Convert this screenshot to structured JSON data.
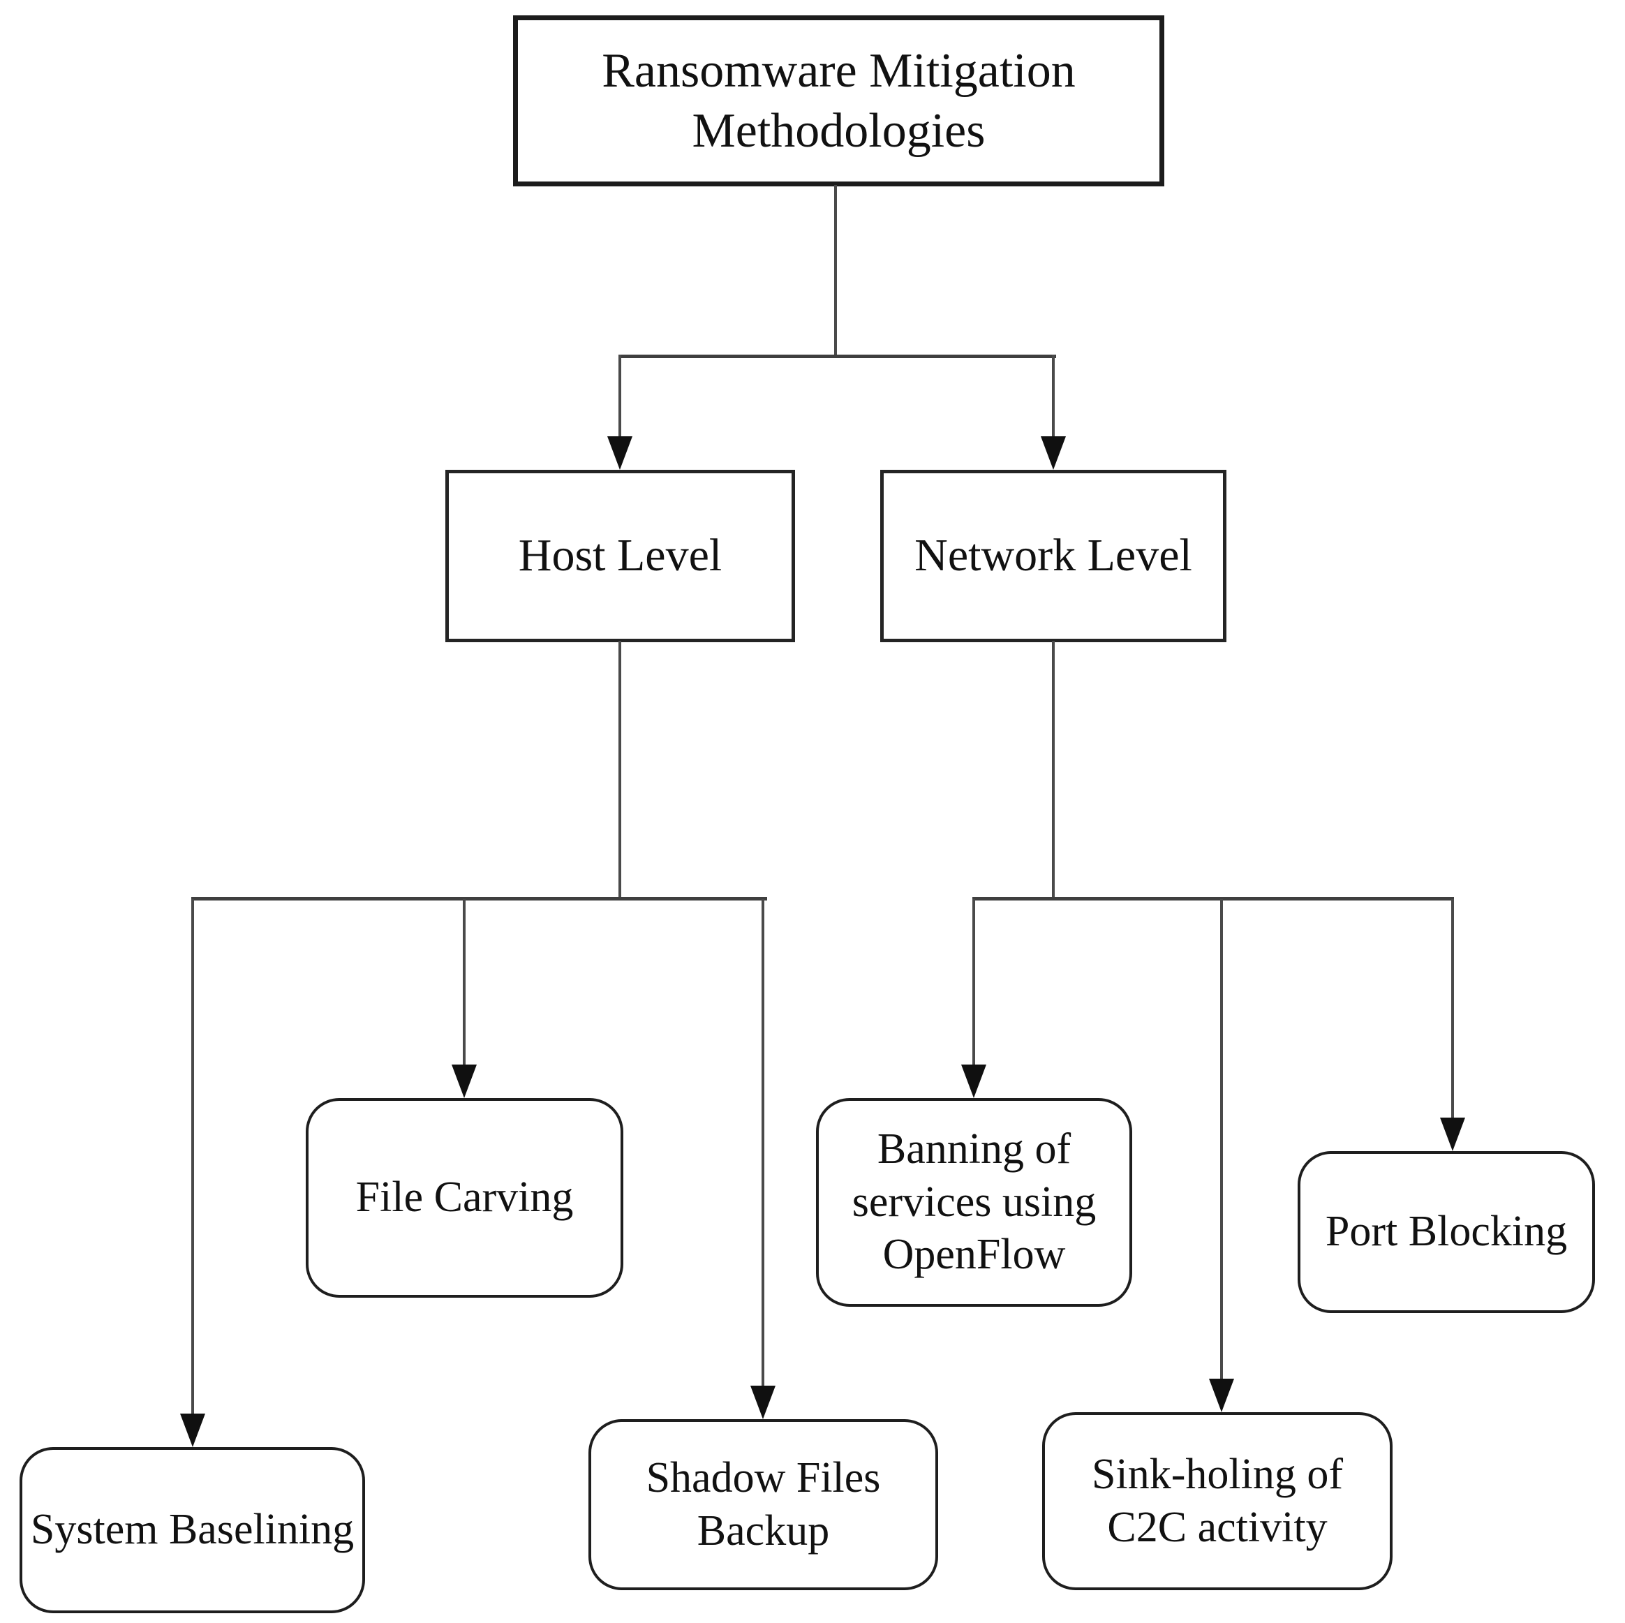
{
  "diagram": {
    "nodes": {
      "root": {
        "label": "Ransomware Mitigation Methodologies"
      },
      "host": {
        "label": "Host Level"
      },
      "network": {
        "label": "Network Level"
      },
      "system_baselining": {
        "label": "System Baselining"
      },
      "file_carving": {
        "label": "File Carving"
      },
      "shadow_files_backup": {
        "label": "Shadow Files Backup"
      },
      "banning_openflow": {
        "label": "Banning of services using OpenFlow"
      },
      "sinkholing_c2c": {
        "label": "Sink-holing of C2C activity"
      },
      "port_blocking": {
        "label": "Port Blocking"
      }
    },
    "edges": [
      {
        "from": "root",
        "to": "host"
      },
      {
        "from": "root",
        "to": "network"
      },
      {
        "from": "host",
        "to": "system_baselining"
      },
      {
        "from": "host",
        "to": "file_carving"
      },
      {
        "from": "host",
        "to": "shadow_files_backup"
      },
      {
        "from": "network",
        "to": "banning_openflow"
      },
      {
        "from": "network",
        "to": "sinkholing_c2c"
      },
      {
        "from": "network",
        "to": "port_blocking"
      }
    ],
    "colors": {
      "background": "#ffffff",
      "box_border": "#1e1e1e",
      "connector_line": "#4a4a4a",
      "arrowhead": "#101010",
      "text": "#111111"
    }
  }
}
